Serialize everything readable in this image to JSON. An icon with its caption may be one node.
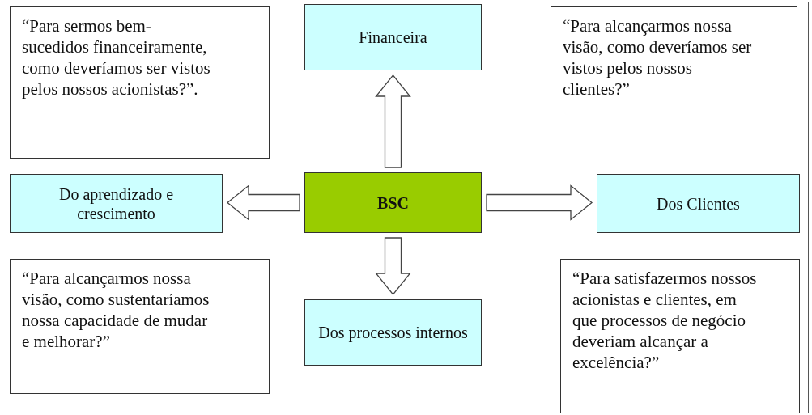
{
  "diagram": {
    "nodes": [
      {
        "text": [
          "“Para sermos bem-sucedidos financeiramente, como deveríamos ser vistos pelos nossos acionistas?”."
        ]
      },
      {
        "text": [
          "Financeira"
        ]
      },
      {
        "text": [
          "“Para alcançarmos nossa visão, como deveríamos ser vistos pelos nossos clientes?”"
        ]
      },
      {
        "text": [
          "Do aprendizado e crescimento"
        ]
      },
      {
        "text": [
          "BSC"
        ]
      },
      {
        "text": [
          "Dos Clientes"
        ]
      },
      {
        "text": [
          "“Para alcançarmos nossa visão, como sustentaríamos nossa capacidade de mudar e melhorar?”"
        ]
      },
      {
        "text": [
          "Dos processos internos"
        ]
      },
      {
        "text": [
          "“Para satisfazermos nossos acionistas e clientes, em que processos de negócio deveriam alcançar a excelência?”"
        ]
      }
    ],
    "edges": [
      {
        "from": 4,
        "to": 1,
        "arrow": "to"
      },
      {
        "from": 4,
        "to": 3,
        "arrow": "to"
      },
      {
        "from": 4,
        "to": 5,
        "arrow": "to"
      },
      {
        "from": 4,
        "to": 7,
        "arrow": "to"
      }
    ]
  }
}
